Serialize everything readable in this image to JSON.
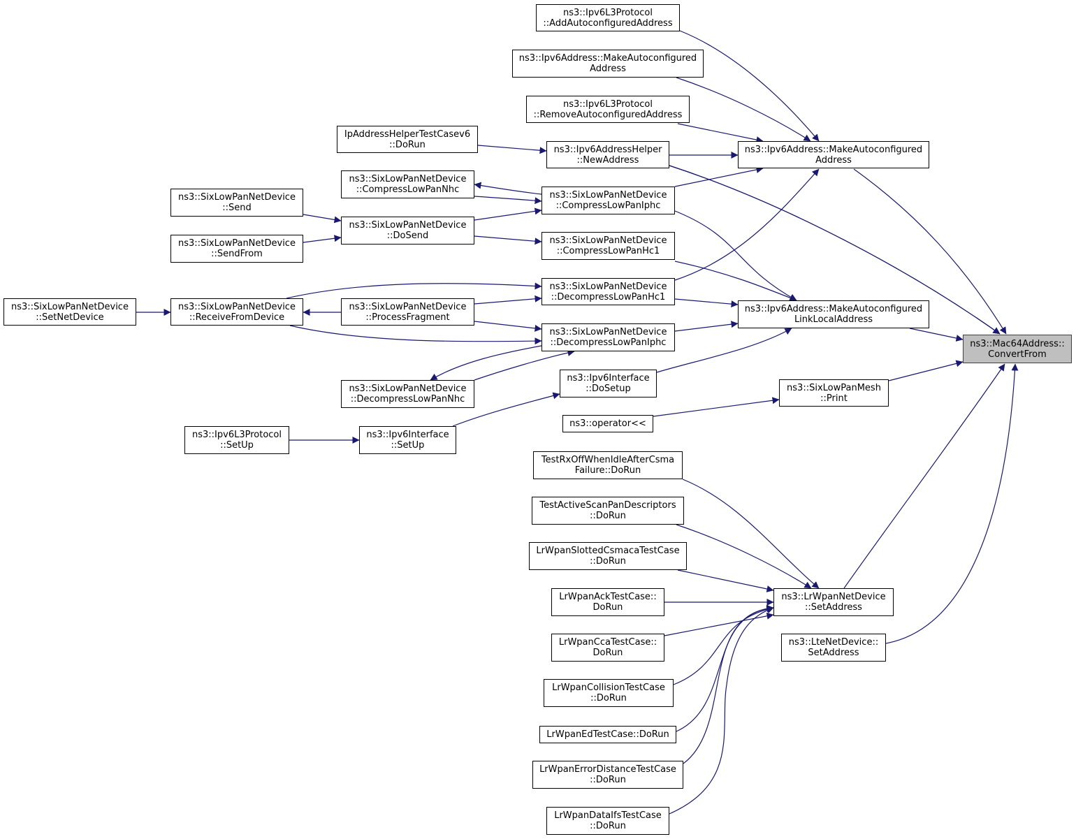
{
  "colors": {
    "edge": "#191970",
    "node_border": "#000000",
    "focus_fill": "#bfbfbf",
    "background": "#ffffff"
  },
  "diagram": {
    "type": "caller-graph",
    "nodes": [
      {
        "id": "n1",
        "label": "ns3::Ipv6L3Protocol\n::AddAutoconfiguredAddress"
      },
      {
        "id": "n2",
        "label": "ns3::Ipv6Address::MakeAutoconfigured\nAddress"
      },
      {
        "id": "n3",
        "label": "ns3::Ipv6L3Protocol\n::RemoveAutoconfiguredAddress"
      },
      {
        "id": "n4",
        "label": "IpAddressHelperTestCasev6\n::DoRun"
      },
      {
        "id": "n5",
        "label": "ns3::Ipv6AddressHelper\n::NewAddress"
      },
      {
        "id": "n6",
        "label": "ns3::Ipv6Address::MakeAutoconfigured\nAddress"
      },
      {
        "id": "n7",
        "label": "ns3::SixLowPanNetDevice\n::CompressLowPanNhc"
      },
      {
        "id": "n8",
        "label": "ns3::SixLowPanNetDevice\n::CompressLowPanIphc"
      },
      {
        "id": "n9",
        "label": "ns3::SixLowPanNetDevice\n::Send"
      },
      {
        "id": "n10",
        "label": "ns3::SixLowPanNetDevice\n::DoSend"
      },
      {
        "id": "n11",
        "label": "ns3::SixLowPanNetDevice\n::SendFrom"
      },
      {
        "id": "n12",
        "label": "ns3::SixLowPanNetDevice\n::CompressLowPanHc1"
      },
      {
        "id": "n13",
        "label": "ns3::SixLowPanNetDevice\n::DecompressLowPanHc1"
      },
      {
        "id": "n14",
        "label": "ns3::SixLowPanNetDevice\n::SetNetDevice"
      },
      {
        "id": "n15",
        "label": "ns3::SixLowPanNetDevice\n::ReceiveFromDevice"
      },
      {
        "id": "n16",
        "label": "ns3::SixLowPanNetDevice\n::ProcessFragment"
      },
      {
        "id": "n17",
        "label": "ns3::Ipv6Address::MakeAutoconfigured\nLinkLocalAddress"
      },
      {
        "id": "n18",
        "label": "ns3::SixLowPanNetDevice\n::DecompressLowPanIphc"
      },
      {
        "id": "n19",
        "label": "ns3::Mac64Address::\nConvertFrom"
      },
      {
        "id": "n20",
        "label": "ns3::SixLowPanNetDevice\n::DecompressLowPanNhc"
      },
      {
        "id": "n21",
        "label": "ns3::Ipv6Interface\n::DoSetup"
      },
      {
        "id": "n22",
        "label": "ns3::SixLowPanMesh\n::Print"
      },
      {
        "id": "n23",
        "label": "ns3::operator<<"
      },
      {
        "id": "n24",
        "label": "ns3::Ipv6L3Protocol\n::SetUp"
      },
      {
        "id": "n25",
        "label": "ns3::Ipv6Interface\n::SetUp"
      },
      {
        "id": "n26",
        "label": "TestRxOffWhenIdleAfterCsma\nFailure::DoRun"
      },
      {
        "id": "n27",
        "label": "TestActiveScanPanDescriptors\n::DoRun"
      },
      {
        "id": "n28",
        "label": "LrWpanSlottedCsmacaTestCase\n::DoRun"
      },
      {
        "id": "n29",
        "label": "LrWpanAckTestCase::\nDoRun"
      },
      {
        "id": "n30",
        "label": "ns3::LrWpanNetDevice\n::SetAddress"
      },
      {
        "id": "n31",
        "label": "LrWpanCcaTestCase::\nDoRun"
      },
      {
        "id": "n32",
        "label": "ns3::LteNetDevice::\nSetAddress"
      },
      {
        "id": "n33",
        "label": "LrWpanCollisionTestCase\n::DoRun"
      },
      {
        "id": "n34",
        "label": "LrWpanEdTestCase::DoRun"
      },
      {
        "id": "n35",
        "label": "LrWpanErrorDistanceTestCase\n::DoRun"
      },
      {
        "id": "n36",
        "label": "LrWpanDataIfsTestCase\n::DoRun"
      }
    ],
    "edges": [
      {
        "from": "n2",
        "to": "n19"
      },
      {
        "from": "n6",
        "to": "n19"
      },
      {
        "from": "n17",
        "to": "n19"
      },
      {
        "from": "n5",
        "to": "n19"
      },
      {
        "from": "n22",
        "to": "n19"
      },
      {
        "from": "n30",
        "to": "n19"
      },
      {
        "from": "n32",
        "to": "n19"
      },
      {
        "from": "n1",
        "to": "n6"
      },
      {
        "from": "n2",
        "to": "n6"
      },
      {
        "from": "n3",
        "to": "n6"
      },
      {
        "from": "n5",
        "to": "n6"
      },
      {
        "from": "n8",
        "to": "n6"
      },
      {
        "from": "n13",
        "to": "n6"
      },
      {
        "from": "n4",
        "to": "n5"
      },
      {
        "from": "n8",
        "to": "n7"
      },
      {
        "from": "n7",
        "to": "n8"
      },
      {
        "from": "n10",
        "to": "n8"
      },
      {
        "from": "n9",
        "to": "n10"
      },
      {
        "from": "n11",
        "to": "n10"
      },
      {
        "from": "n10",
        "to": "n12"
      },
      {
        "from": "n15",
        "to": "n13"
      },
      {
        "from": "n16",
        "to": "n13"
      },
      {
        "from": "n14",
        "to": "n15"
      },
      {
        "from": "n16",
        "to": "n15"
      },
      {
        "from": "n15",
        "to": "n18"
      },
      {
        "from": "n16",
        "to": "n18"
      },
      {
        "from": "n18",
        "to": "n20"
      },
      {
        "from": "n20",
        "to": "n18"
      },
      {
        "from": "n8",
        "to": "n17"
      },
      {
        "from": "n12",
        "to": "n17"
      },
      {
        "from": "n13",
        "to": "n17"
      },
      {
        "from": "n18",
        "to": "n17"
      },
      {
        "from": "n21",
        "to": "n17"
      },
      {
        "from": "n25",
        "to": "n21"
      },
      {
        "from": "n24",
        "to": "n25"
      },
      {
        "from": "n23",
        "to": "n22"
      },
      {
        "from": "n26",
        "to": "n30"
      },
      {
        "from": "n27",
        "to": "n30"
      },
      {
        "from": "n28",
        "to": "n30"
      },
      {
        "from": "n29",
        "to": "n30"
      },
      {
        "from": "n31",
        "to": "n30"
      },
      {
        "from": "n33",
        "to": "n30"
      },
      {
        "from": "n34",
        "to": "n30"
      },
      {
        "from": "n35",
        "to": "n30"
      },
      {
        "from": "n36",
        "to": "n30"
      }
    ]
  }
}
